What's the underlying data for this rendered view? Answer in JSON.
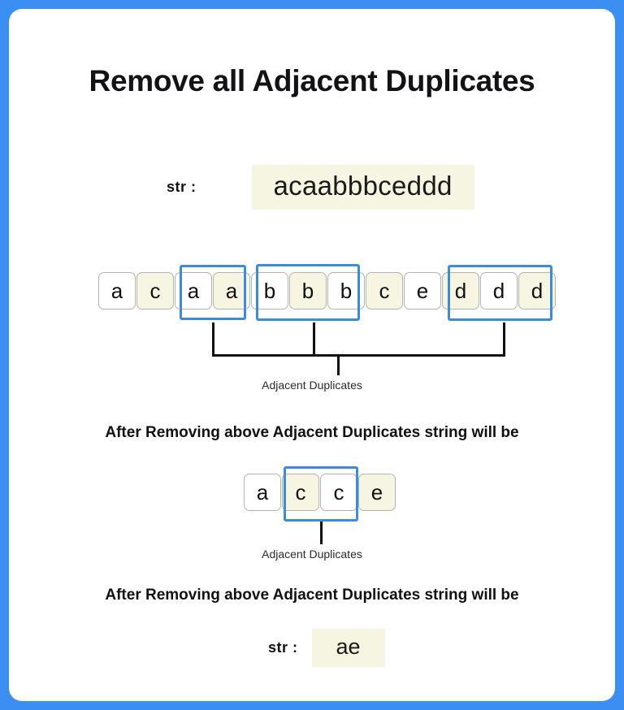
{
  "page": {
    "title": "Remove all Adjacent Duplicates",
    "frame_color": "#3b8ef2",
    "highlight_color": "#3a8ddd",
    "cell_cream": "#f5f5e1",
    "cell_white": "#ffffff"
  },
  "input": {
    "label": "str :",
    "value": "acaabbbceddd"
  },
  "strip_one": {
    "cells": [
      {
        "char": "a",
        "fill": "white"
      },
      {
        "char": "c",
        "fill": "cream"
      },
      {
        "char": "a",
        "fill": "white"
      },
      {
        "char": "a",
        "fill": "cream"
      },
      {
        "char": "b",
        "fill": "white"
      },
      {
        "char": "b",
        "fill": "cream"
      },
      {
        "char": "b",
        "fill": "white"
      },
      {
        "char": "c",
        "fill": "cream"
      },
      {
        "char": "e",
        "fill": "white"
      },
      {
        "char": "d",
        "fill": "cream"
      },
      {
        "char": "d",
        "fill": "white"
      },
      {
        "char": "d",
        "fill": "cream"
      }
    ],
    "groups": [
      {
        "name": "aa",
        "indices": [
          2,
          3
        ]
      },
      {
        "name": "bbb",
        "indices": [
          4,
          5,
          6
        ]
      },
      {
        "name": "ddd",
        "indices": [
          9,
          10,
          11
        ]
      }
    ],
    "caption": "Adjacent Duplicates"
  },
  "sentence_one": "After Removing above Adjacent Duplicates string will be",
  "strip_two": {
    "cells": [
      {
        "char": "a",
        "fill": "white"
      },
      {
        "char": "c",
        "fill": "cream"
      },
      {
        "char": "c",
        "fill": "white"
      },
      {
        "char": "e",
        "fill": "cream"
      }
    ],
    "groups": [
      {
        "name": "cc",
        "indices": [
          1,
          2
        ]
      }
    ],
    "caption": "Adjacent Duplicates"
  },
  "sentence_two": "After Removing above Adjacent Duplicates string will be",
  "output": {
    "label": "str :",
    "value": "ae"
  }
}
